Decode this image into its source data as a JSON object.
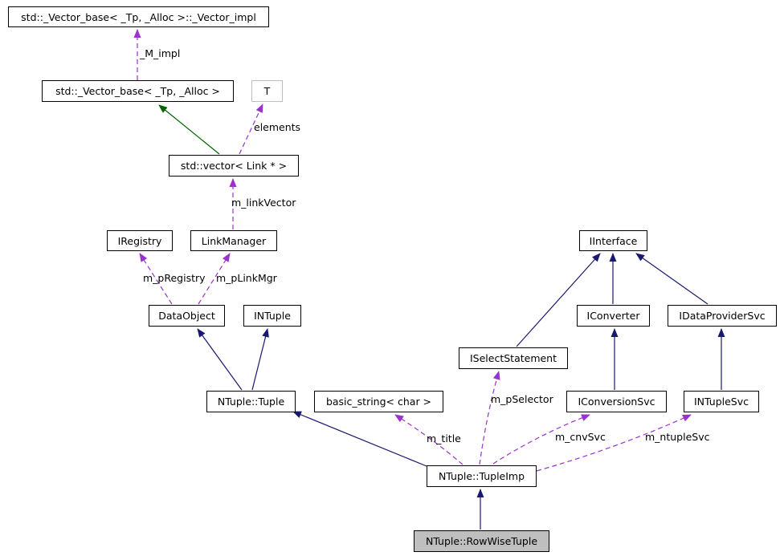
{
  "diagram": {
    "kind_label": "collaboration graph",
    "colors": {
      "usage_edge": "#9a32cd",
      "inheritance_edge": "#191970",
      "protected_inheritance_edge": "#006400",
      "current_node_fill": "#bfbfbf",
      "template_node_border": "#bebebe",
      "node_border": "#000000",
      "background": "#ffffff"
    },
    "nodes": {
      "vector_impl": {
        "label": "std::_Vector_base< _Tp, _Alloc >::_Vector_impl"
      },
      "vector_base": {
        "label": "std::_Vector_base< _Tp, _Alloc >"
      },
      "t": {
        "label": "T"
      },
      "vector_link": {
        "label": "std::vector< Link * >"
      },
      "iregistry": {
        "label": "IRegistry"
      },
      "linkmanager": {
        "label": "LinkManager"
      },
      "dataobject": {
        "label": "DataObject"
      },
      "intuple": {
        "label": "INTuple"
      },
      "tuple": {
        "label": "NTuple::Tuple"
      },
      "basic_string": {
        "label": "basic_string< char >"
      },
      "iinterface": {
        "label": "IInterface"
      },
      "iconverter": {
        "label": "IConverter"
      },
      "idataprovidersvc": {
        "label": "IDataProviderSvc"
      },
      "iselectstatement": {
        "label": "ISelectStatement"
      },
      "iconversionsvc": {
        "label": "IConversionSvc"
      },
      "intuplesvc": {
        "label": "INTupleSvc"
      },
      "tupleimp": {
        "label": "NTuple::TupleImp"
      },
      "rowwisetuple": {
        "label": "NTuple::RowWiseTuple"
      }
    },
    "edge_labels": {
      "m_impl": "_M_impl",
      "elements": "elements",
      "m_linkVector": "m_linkVector",
      "m_pRegistry": "m_pRegistry",
      "m_pLinkMgr": "m_pLinkMgr",
      "m_title": "m_title",
      "m_pSelector": "m_pSelector",
      "m_cnvSvc": "m_cnvSvc",
      "m_ntupleSvc": "m_ntupleSvc"
    }
  }
}
